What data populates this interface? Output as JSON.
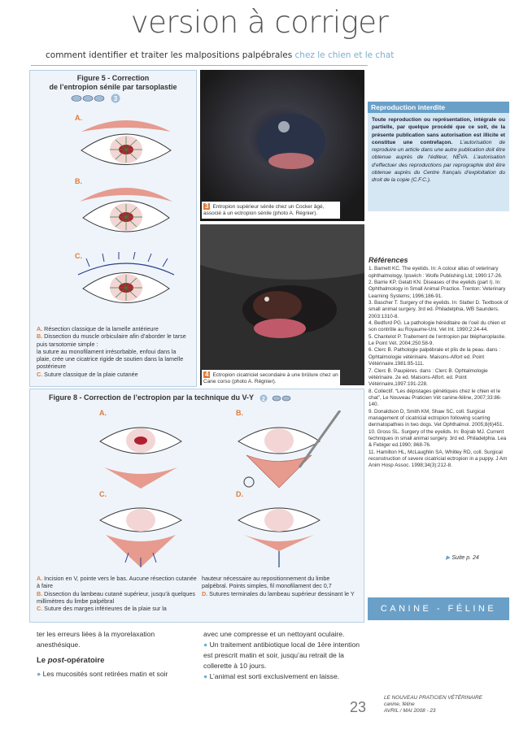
{
  "header": {
    "title": "version à corriger"
  },
  "subtitle": {
    "part1": "comment identifier et traiter les malpositions palpébrales ",
    "part2": "chez le chien et le chat"
  },
  "fig5": {
    "title_l1": "Figure 5 - Correction",
    "title_l2": "de l’entropion sénile par tarsoplastie",
    "difficulty": "3",
    "labels": [
      "A.",
      "B.",
      "C."
    ],
    "caption": {
      "a_tag": "A.",
      "a": " Résection classique de la lamelle antérieure",
      "b_tag": "B.",
      "b": " Dissection du muscle orbiculaire afin d’aborder le tarse puis tarsotomie simple :",
      "b2": "la suture au monofilament irrésorbable, enfoui dans la plaie, crée une cicatrice rigide de soutien dans la lamelle postérieure",
      "c_tag": "C.",
      "c": " Suture classique de la plaie cutanée"
    }
  },
  "photo3": {
    "num": "3",
    "caption": "Entropion supérieur sénile chez un Cocker âgé, associé à un ectropion sénile (photo A. Régnier)."
  },
  "photo4": {
    "num": "4",
    "caption": "Ectropion cicatriciel secondaire à une brûlure chez un Cane corso (photo A. Régnier)."
  },
  "repro": {
    "title": "Reproduction interdite",
    "bold": "Toute reproduction ou représentation, intégrale ou partielle, par quelque procédé que ce soit, de la présente publication sans autorisation est illicite et constitue une contrefaçon.",
    "text": "L’autorisation de reproduire un article dans une autre publication doit être obtenue auprès de l’éditeur, NÉVA. L’autorisation d’effectuer des reproductions par reprographie doit être obtenue auprès du Centre français d’exploitation du droit de la copie (C.F.C.)."
  },
  "refs": {
    "title": "Références",
    "items": [
      "1. Barnett KC. The eyelids. In: A colour atlas of veterinary ophthalmology. Ipswich : Wolfe Publishing Ltd; 1990:17-26.",
      "2. Barrie KP, Gelatt KN. Diseases of the eyelids (part I). In: Ophthalmology in Small Animal Practice. Trenton: Veterinary Learning Systems; 1996;186-91.",
      "3. Bascher T. Surgery of the eyelids. In: Slatter D. Textbook of small animal surgery. 3rd ed. Philadelphia, WB Saunders. 2003:1310-8.",
      "4. Bedford PG. La pathologie héréditaire de l’oeil du chien et son contrôle au Royaume-Uni. Vet Int. 1990;2:24-44.",
      "5. Chantelot P. Traitement de l’entropion par blépharoplastie. Le Point Vét. 2004;250:58-9.",
      "6. Clerc B. Pathologie palpébrale et plis de la peau. dans : Ophtalmologie vétérinaire. Maisons-Alfort ed. Point Vétérinaire.1981:85-111.",
      "7. Clerc B. Paupières. dans : Clerc B. Ophtalmologie vétérinaire. 2e ed. Maisons-Alfort. ed. Point Vétérinaire,1997:191-228.",
      "8. Collectif. “Les dépistages génétiques chez le chien et le chat”, Le Nouveau Praticien Vét canine-féline, 2007;33:86-140.",
      "9. Donaldson D, Smith KM, Shaw SC, coll. Surgical management of cicatricial ectropion following scarring dermatopathies in two dogs. Vet Ophthalmol. 2005;8(6)451.",
      "10. Gross SL. Surgery of the eyelids. In: Bojrab MJ. Current techniques in small animal surgery. 3rd ed. Philadelphia. Lea & Febiger ed.1990; 868-76.",
      "11. Hamilton HL, McLaughlin SA, Whitley RD, coll. Surgical reconstruction of severe cicatricial ectropion in a puppy. J Am Anim Hosp Assoc. 1998;34(3):212-8."
    ]
  },
  "suite": "Suite p. 24",
  "canine": "CANINE - FÉLINE",
  "fig8": {
    "title": "Figure 8 - Correction de l’ectropion par la technique du V-Y",
    "difficulty": "2",
    "labels": [
      "A.",
      "B.",
      "C.",
      "D."
    ],
    "cap_left": {
      "a_tag": "A.",
      "a": " Incision en V, pointe vers le bas. Aucune résection cutanée à faire",
      "b_tag": "B.",
      "b": " Dissection du lambeau cutané supérieur, jusqu’à quelques millimètres du limbe palpébral",
      "c_tag": "C.",
      "c": " Suture des marges inférieures de la plaie sur la"
    },
    "cap_right": {
      "t": "hauteur nécessaire au repositionnement du limbe palpébral. Points simples, fil monofilament dec 0,7",
      "d_tag": "D.",
      "d": " Sutures terminales du lambeau supérieur dessinant le Y"
    }
  },
  "body": {
    "col1_l1": "ter les erreurs liées à la myorelaxation anesthésique.",
    "post_pre": "Le ",
    "post_em": "post",
    "post_post": "-opératoire",
    "bullet1": "Les mucosités sont retirées matin et soir",
    "col2_l1": "avec une compresse et un nettoyant oculaire.",
    "bullet2": "Un traitement antibiotique local de 1ère intention est prescrit matin et soir, jusqu’au retrait de la collerette à 10 jours.",
    "bullet3": "L’animal est sorti exclusivement en laisse."
  },
  "footer": {
    "page": "23",
    "l1": "LE NOUVEAU PRATICIEN VÉTÉRINAIRE",
    "l2": "canine, féline",
    "l3": "AVRIL / MAI 2008 - 23"
  },
  "colors": {
    "accent": "#6aa0c8",
    "orange": "#e07b39"
  }
}
